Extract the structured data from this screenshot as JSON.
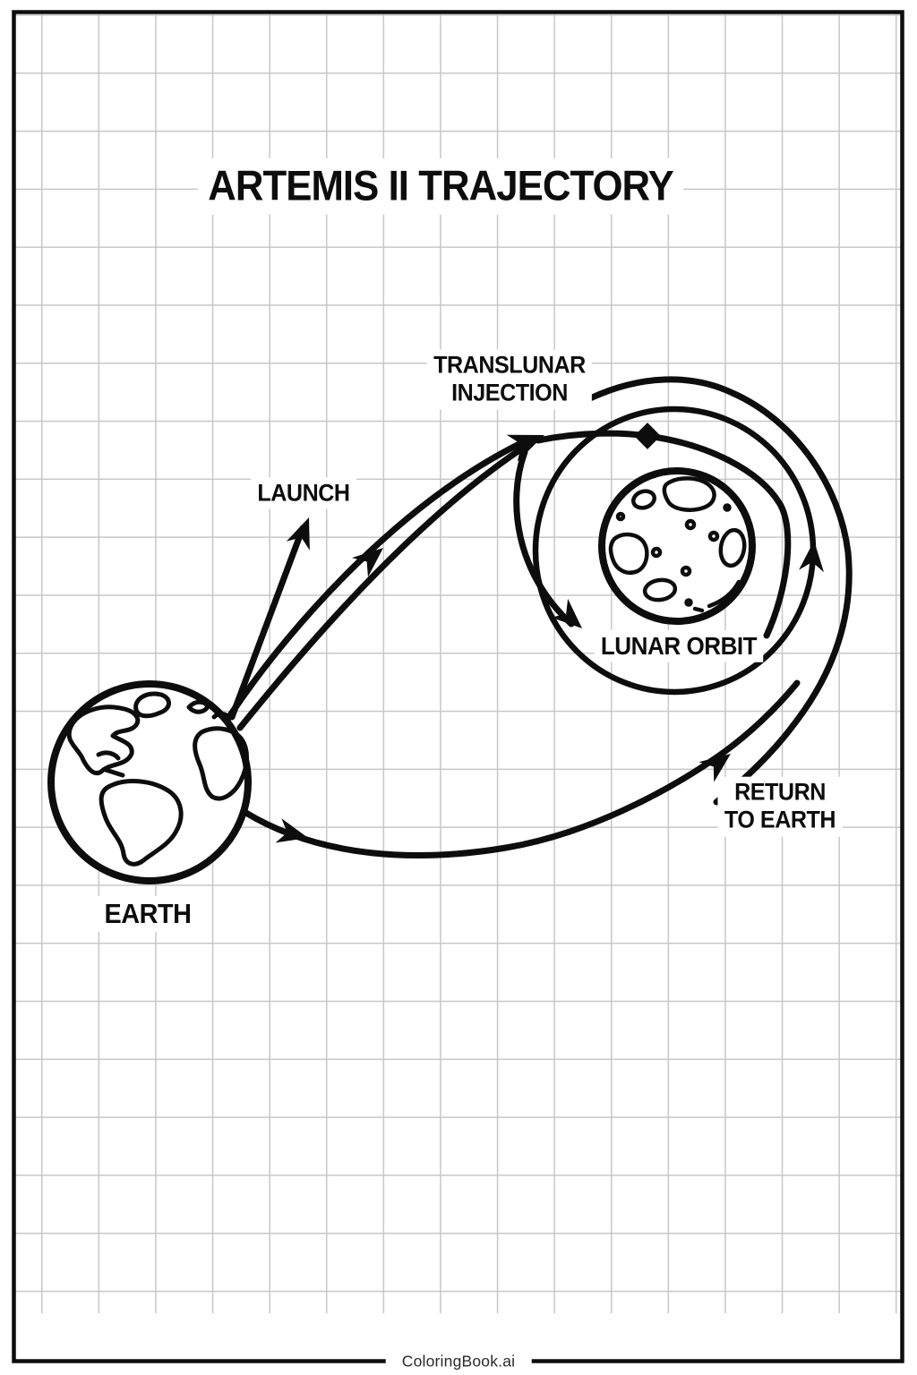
{
  "page": {
    "title": "ARTEMIS II TRAJECTORY",
    "footer_brand": "ColoringBook.ai",
    "colors": {
      "ink": "#0d0d0d",
      "grid": "#c7c7c7",
      "background": "#ffffff"
    }
  },
  "labels": {
    "launch": "LAUNCH",
    "translunar_injection": {
      "line1": "TRANSLUNAR",
      "line2": "INJECTION"
    },
    "lunar_orbit": "LUNAR ORBIT",
    "return_to_earth": {
      "line1": "RETURN",
      "line2": "TO EARTH"
    },
    "earth": "EARTH"
  },
  "icons": {
    "earth": "earth-globe-line-art",
    "moon": "moon-with-craters-line-art",
    "tli_marker": "diamond-waypoint-marker",
    "arrows": "direction-arrowheads"
  }
}
